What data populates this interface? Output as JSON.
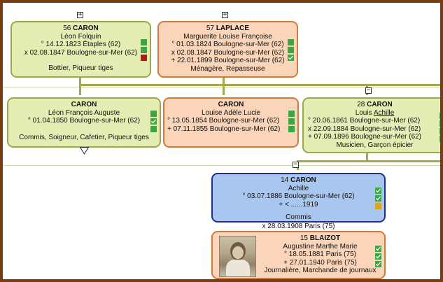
{
  "toggles": {
    "expand": "+",
    "collapse": "−"
  },
  "persons": {
    "p56": {
      "title": "56",
      "surname": "CARON",
      "given": "Léon Folquin",
      "l1": "° 14.12.1823 Étaples (62)",
      "l2": "x 02.08.1847 Boulogne-sur-Mer (62)",
      "occupation": "Bottier, Piqueur tiges"
    },
    "p57": {
      "title": "57",
      "surname": "LAPLACE",
      "given": "Marguerite Louise Françoise",
      "l1": "° 01.03.1824 Boulogne-sur-Mer (62)",
      "l2": "x 02.08.1847 Boulogne-sur-Mer (62)",
      "l3": "+ 22.01.1899 Boulogne-sur-Mer (62)",
      "occupation": "Ménagère, Repasseuse"
    },
    "sib1": {
      "surname": "CARON",
      "given": "Léon François Auguste",
      "l1": "° 01.04.1850 Boulogne-sur-Mer (62)",
      "occupation": "Commis, Soigneur, Cafetier, Piqueur tiges"
    },
    "sib2": {
      "surname": "CARON",
      "given": "Louise Adèle Lucie",
      "l1": "° 13.05.1854 Boulogne-sur-Mer (62)",
      "l2": "+ 07.11.1855 Boulogne-sur-Mer (62)"
    },
    "p28": {
      "title": "28",
      "surname": "CARON",
      "given_a": "Louis",
      "given_b": "Achille",
      "l1": "° 20.06.1861 Boulogne-sur-Mer (62)",
      "l2": "x 22.09.1884 Boulogne-sur-Mer (62)",
      "l3": "+ 07.09.1896 Boulogne-sur-Mer (62)",
      "occupation": "Musicien, Garçon épicier"
    },
    "p14": {
      "title": "14",
      "surname": "CARON",
      "given": "Achille",
      "l1": "° 03.07.1886 Boulogne-sur-Mer (62)",
      "l2": "+ < ......1919",
      "occupation": "Commis"
    },
    "marriage14": "x 28.03.1908 Paris (75)",
    "p15": {
      "title": "15",
      "surname": "BLAIZOT",
      "given": "Augustine Marthe Marie",
      "l1": "° 18.05.1881 Paris (75)",
      "l2": "+ 27.01.1940 Paris (75)",
      "occupation": "Journalière, Marchande de journaux"
    }
  },
  "colors": {
    "male": "#e4eeb4",
    "female": "#fbd5b9",
    "root": "#a9c6ef",
    "frame": "#7a3b10",
    "source_ok": "#3aa840",
    "source_missing": "#b01c14",
    "source_partial": "#d7a428"
  }
}
